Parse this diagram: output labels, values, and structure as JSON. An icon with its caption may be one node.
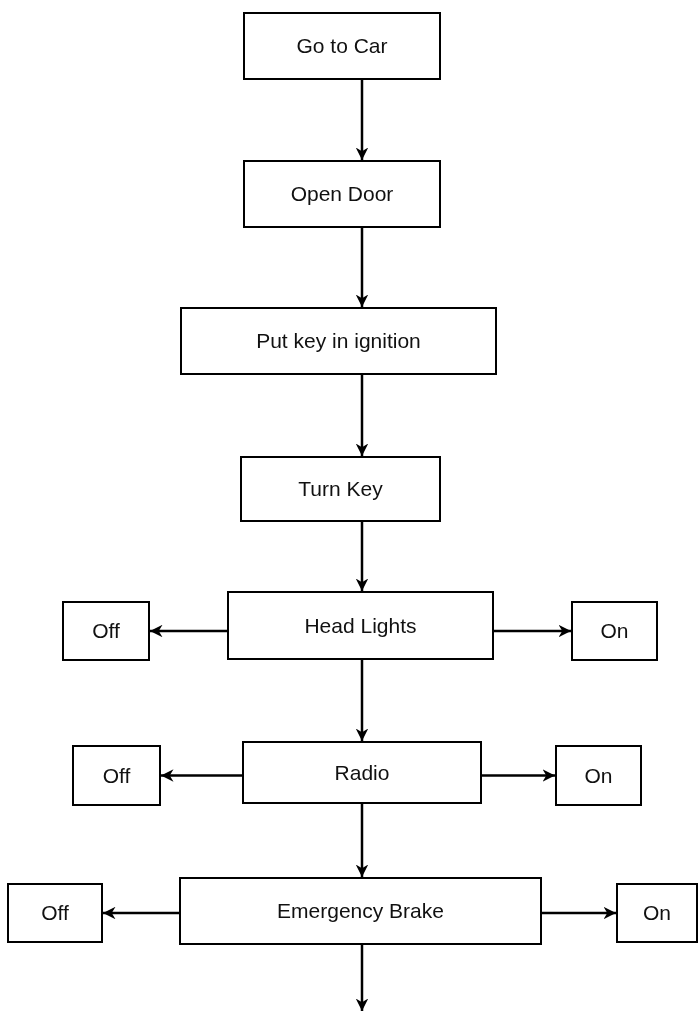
{
  "diagram": {
    "nodes": [
      {
        "text": [
          "Go to Car"
        ]
      },
      {
        "text": [
          "Open Door"
        ]
      },
      {
        "text": [
          "Put key in ignition"
        ]
      },
      {
        "text": [
          "Turn Key"
        ]
      },
      {
        "text": [
          "Off"
        ]
      },
      {
        "text": [
          "Head Lights"
        ]
      },
      {
        "text": [
          "On"
        ]
      },
      {
        "text": [
          "Off"
        ]
      },
      {
        "text": [
          "Radio"
        ]
      },
      {
        "text": [
          "On"
        ]
      },
      {
        "text": [
          "Off"
        ]
      },
      {
        "text": [
          "Emergency Brake"
        ]
      },
      {
        "text": [
          "On"
        ]
      }
    ],
    "edges": [
      {
        "from": 0,
        "to": 1,
        "arrow": "to"
      },
      {
        "from": 1,
        "to": 2,
        "arrow": "to"
      },
      {
        "from": 2,
        "to": 3,
        "arrow": "to"
      },
      {
        "from": 3,
        "to": 5,
        "arrow": "to"
      },
      {
        "from": 5,
        "to": 4,
        "arrow": "to"
      },
      {
        "from": 5,
        "to": 6,
        "arrow": "to"
      },
      {
        "from": 5,
        "to": 8,
        "arrow": "to"
      },
      {
        "from": 8,
        "to": 7,
        "arrow": "to"
      },
      {
        "from": 8,
        "to": 9,
        "arrow": "to"
      },
      {
        "from": 8,
        "to": 11,
        "arrow": "to"
      },
      {
        "from": 11,
        "to": 10,
        "arrow": "to"
      },
      {
        "from": 11,
        "to": 12,
        "arrow": "to"
      },
      {
        "from": 11,
        "to": null,
        "arrow": "to"
      }
    ]
  }
}
